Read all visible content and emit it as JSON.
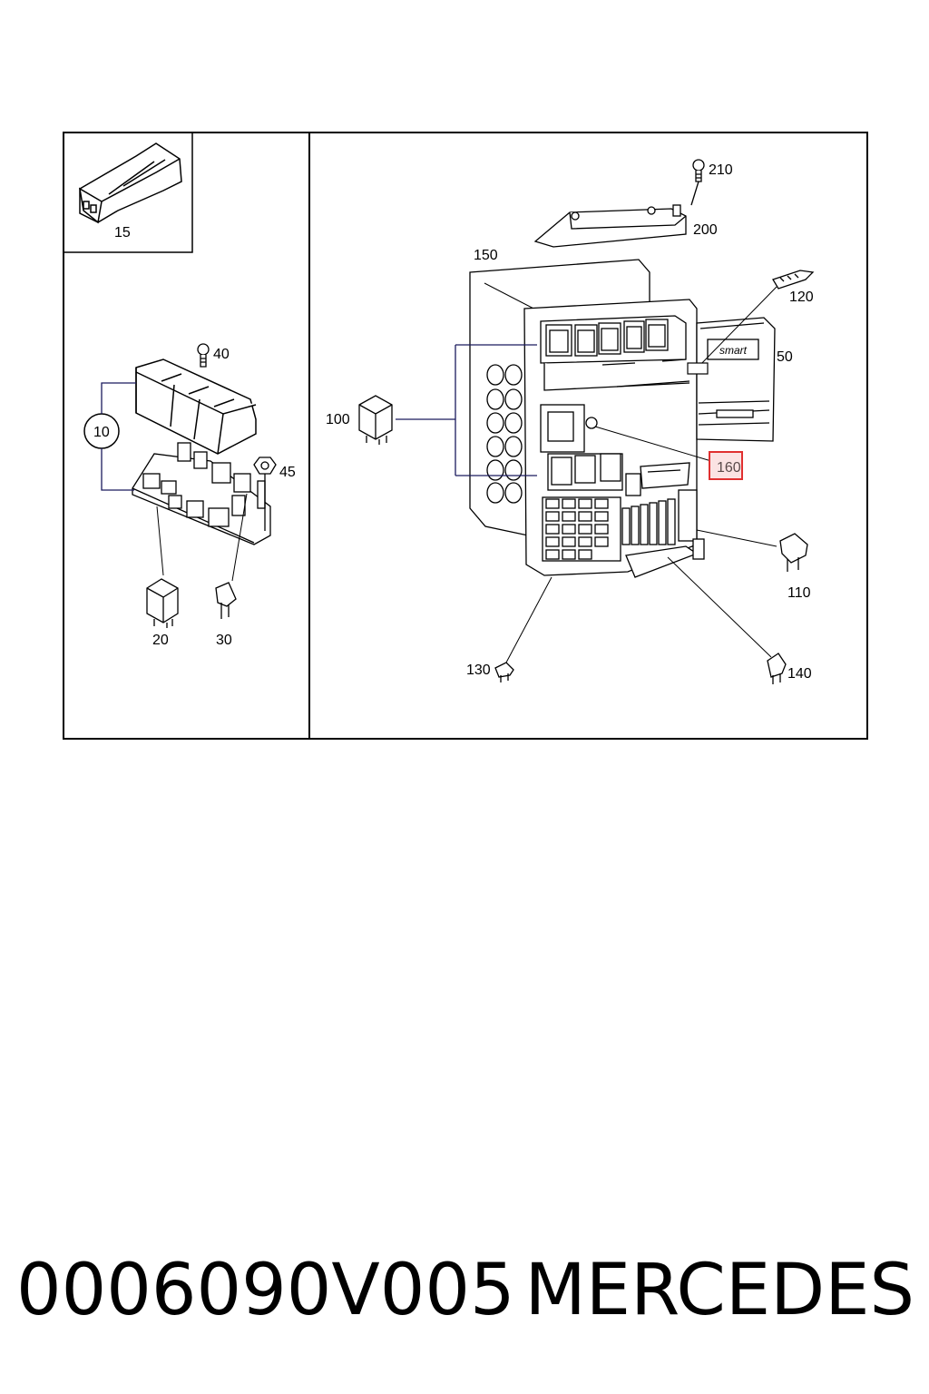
{
  "callouts": {
    "p15": "15",
    "p10": "10",
    "p40": "40",
    "p45": "45",
    "p20": "20",
    "p30": "30",
    "p210": "210",
    "p200": "200",
    "p150": "150",
    "p120": "120",
    "p50": "50",
    "p100": "100",
    "p160": "160",
    "p110": "110",
    "p130": "130",
    "p140": "140"
  },
  "brand_on_part": "smart",
  "footer": {
    "part_number": "0006090V005",
    "brand": "MERCEDES"
  },
  "colors": {
    "line": "#000000",
    "leader": "#1a1a5e",
    "highlight_border": "#e03030",
    "highlight_fill": "#fbe3e3"
  }
}
